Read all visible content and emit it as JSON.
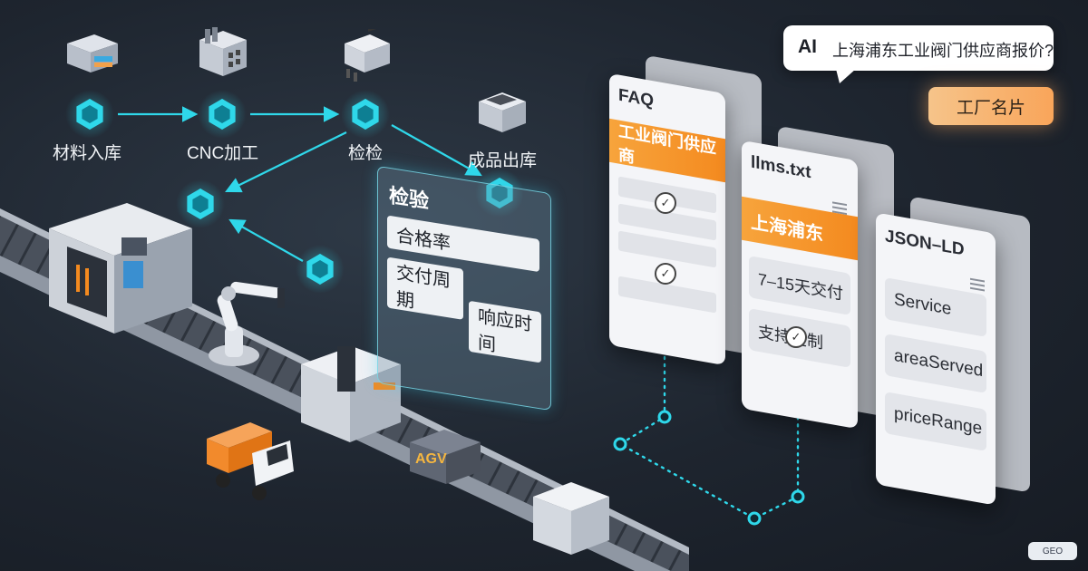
{
  "flow": {
    "nodes": [
      "材料入库",
      "CNC加工",
      "检检",
      "成品出库"
    ]
  },
  "inspection_panel": {
    "title": "检验",
    "items": [
      "合格率",
      "交付周期",
      "响应时间"
    ]
  },
  "agv_label": "AGV",
  "ai_bubble": {
    "ai_label": "AI",
    "question": "上海浦东工业阀门供应商报价?"
  },
  "factory_card_button": "工厂名片",
  "faq_panel": {
    "title": "FAQ",
    "highlight": "工业阀门供应商"
  },
  "llms_panel": {
    "title": "llms.txt",
    "highlight": "上海浦东",
    "items": [
      "7–15天交付",
      "支持定制"
    ]
  },
  "jsonld_panel": {
    "title": "JSON–LD",
    "items": [
      "Service",
      "areaServed",
      "priceRange"
    ]
  },
  "corner_badge": "GEO",
  "colors": {
    "accent_cyan": "#2fd8ea",
    "accent_orange": "#f48a1f",
    "background": "#1e252f"
  },
  "icons": [
    "warehouse-icon",
    "cnc-machine-icon",
    "inspection-device-icon",
    "shipping-crate-icon",
    "robot-arm-icon",
    "agv-truck-icon",
    "menu-icon",
    "check-icon"
  ]
}
